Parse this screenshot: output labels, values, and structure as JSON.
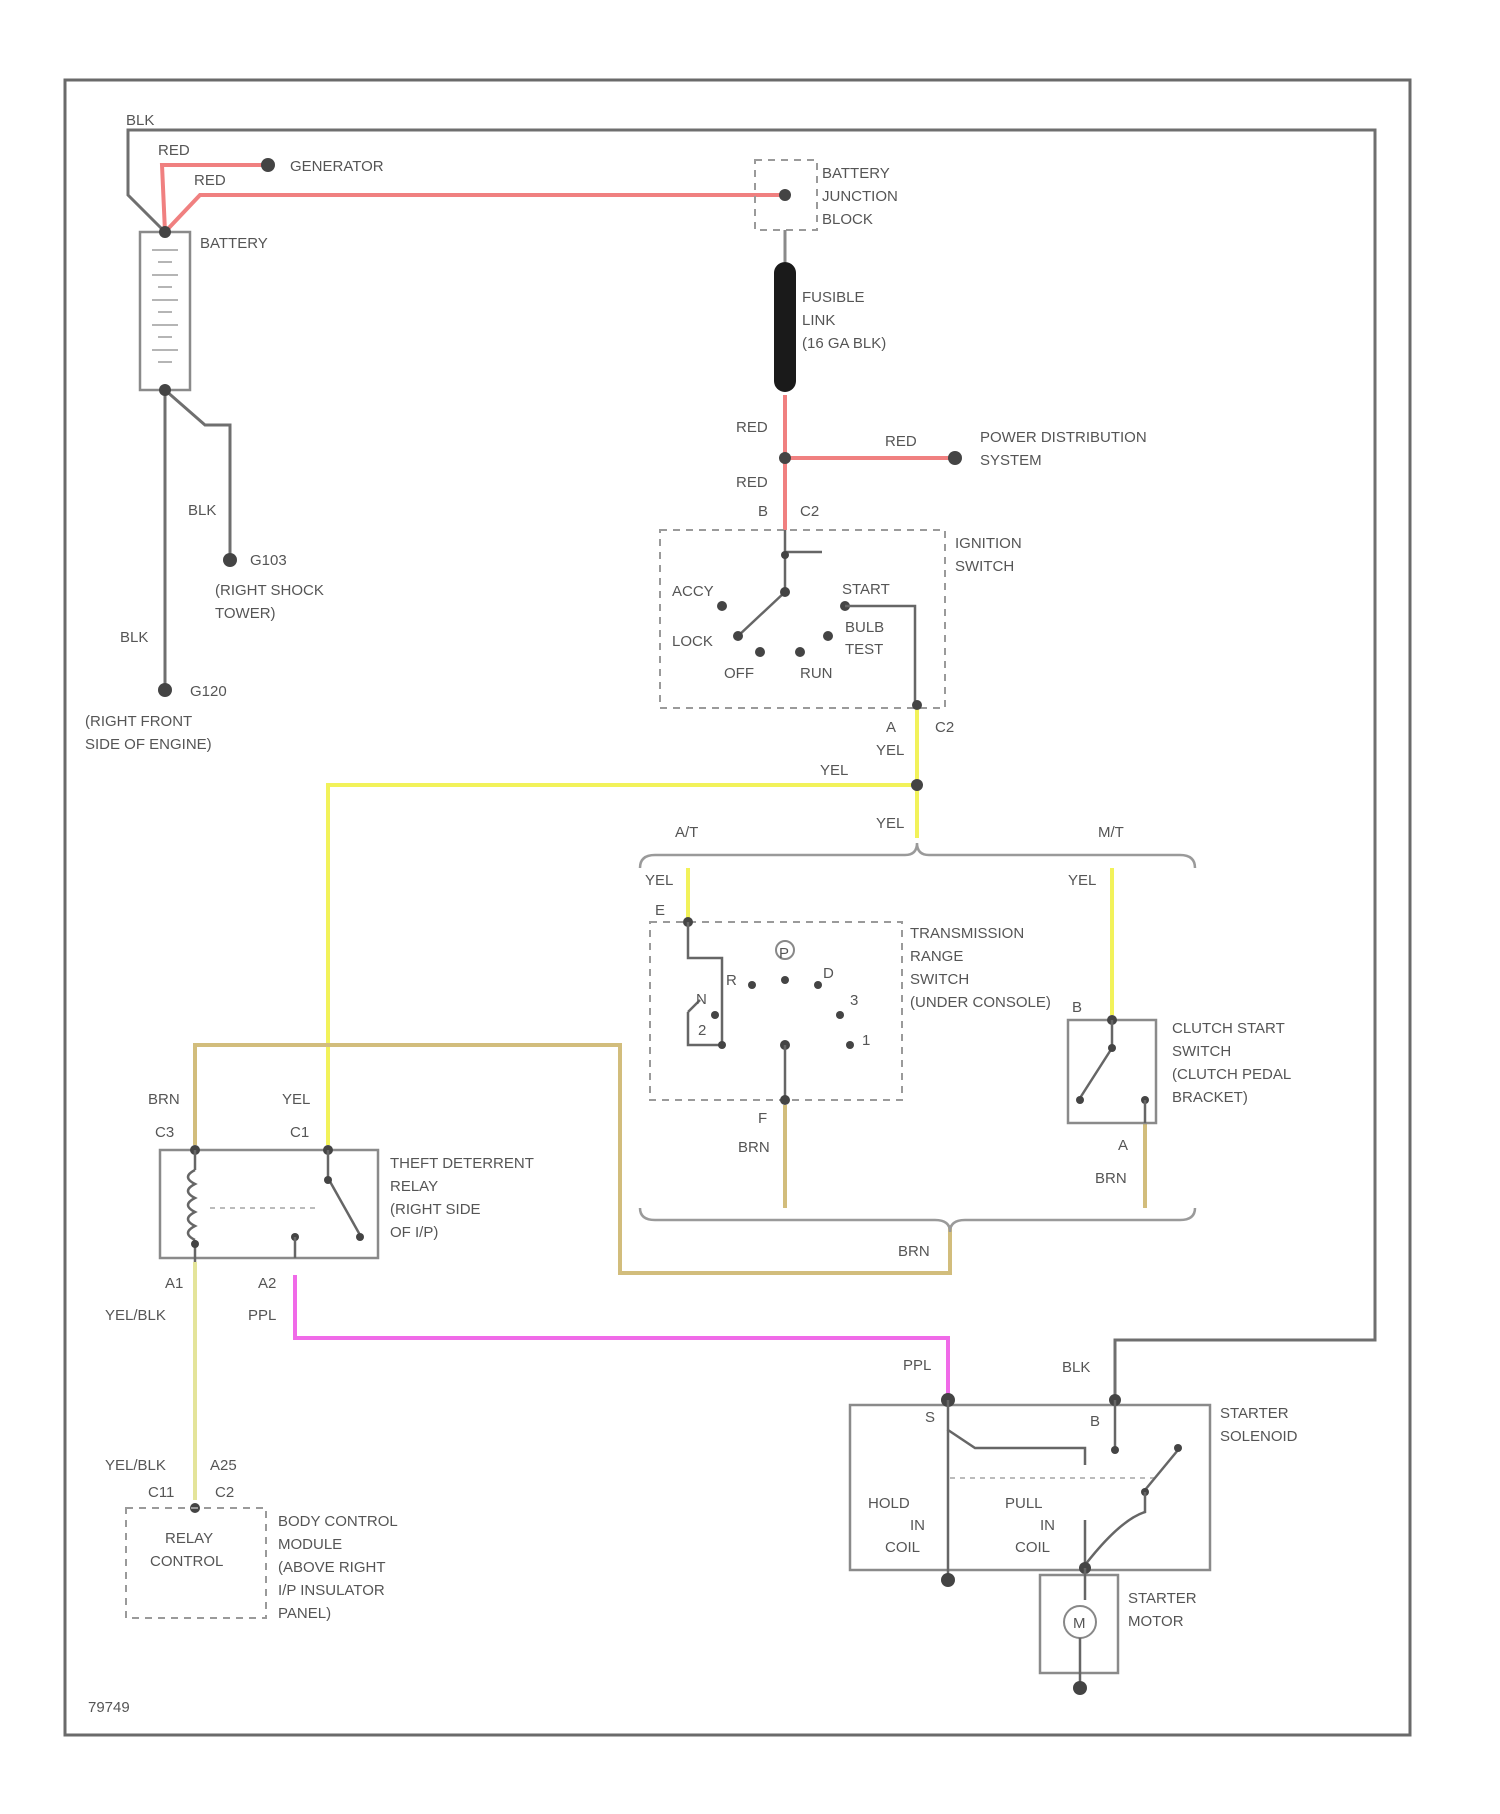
{
  "wire_colors": {
    "BLK": "#6f6f6f",
    "RED": "#f08080",
    "YEL": "#f2f25a",
    "BRN": "#d2bd7c",
    "PPL": "#f06ae8",
    "YEL/BLK": "#e4e49a"
  },
  "battery": {
    "label": "BATTERY",
    "wire_blk": "BLK",
    "wire_red_1": "RED",
    "wire_red_2": "RED",
    "generator": "GENERATOR"
  },
  "grounds": {
    "g103_wire": "BLK",
    "g103": "G103",
    "g103_loc_1": "(RIGHT SHOCK",
    "g103_loc_2": "TOWER)",
    "g120_wire": "BLK",
    "g120": "G120",
    "g120_loc_1": "(RIGHT FRONT",
    "g120_loc_2": "SIDE OF ENGINE)"
  },
  "junction_block": {
    "line1": "BATTERY",
    "line2": "JUNCTION",
    "line3": "BLOCK"
  },
  "fusible_link": {
    "line1": "FUSIBLE",
    "line2": "LINK",
    "line3": "(16 GA BLK)"
  },
  "power_dist": {
    "wire_red_a": "RED",
    "wire_red_b": "RED",
    "wire_red_c": "RED",
    "line1": "POWER DISTRIBUTION",
    "line2": "SYSTEM"
  },
  "ignition_switch": {
    "pin_b": "B",
    "conn_top": "C2",
    "title1": "IGNITION",
    "title2": "SWITCH",
    "accy": "ACCY",
    "lock": "LOCK",
    "off": "OFF",
    "run": "RUN",
    "start": "START",
    "bulb1": "BULB",
    "bulb2": "TEST",
    "pin_a": "A",
    "conn_bottom": "C2",
    "wire_out": "YEL"
  },
  "trans_branch": {
    "wire_left": "YEL",
    "wire_mid": "YEL",
    "at": "A/T",
    "mt": "M/T",
    "wire_at": "YEL",
    "wire_mt": "YEL"
  },
  "trans_switch": {
    "pin_e": "E",
    "title1": "TRANSMISSION",
    "title2": "RANGE",
    "title3": "SWITCH",
    "title4": "(UNDER CONSOLE)",
    "pos_p": "P",
    "pos_r": "R",
    "pos_n": "N",
    "pos_d": "D",
    "pos_3": "3",
    "pos_2": "2",
    "pos_1": "1",
    "pin_f": "F",
    "wire_out": "BRN"
  },
  "clutch_switch": {
    "pin_b": "B",
    "title1": "CLUTCH START",
    "title2": "SWITCH",
    "title3": "(CLUTCH PEDAL",
    "title4": "BRACKET)",
    "pin_a": "A",
    "wire_out": "BRN"
  },
  "brn_return": {
    "wire": "BRN"
  },
  "relay": {
    "wire_brn": "BRN",
    "wire_yel": "YEL",
    "c3": "C3",
    "c1": "C1",
    "title1": "THEFT DETERRENT",
    "title2": "RELAY",
    "title3": "(RIGHT SIDE",
    "title4": "OF I/P)",
    "a1": "A1",
    "a2": "A2",
    "wire_a1": "YEL/BLK",
    "wire_a2": "PPL"
  },
  "bcm": {
    "wire": "YEL/BLK",
    "pin": "A25",
    "c11": "C11",
    "c2": "C2",
    "inner1": "RELAY",
    "inner2": "CONTROL",
    "title1": "BODY CONTROL",
    "title2": "MODULE",
    "title3": "(ABOVE RIGHT",
    "title4": "I/P INSULATOR",
    "title5": "PANEL)"
  },
  "solenoid": {
    "wire_ppl": "PPL",
    "wire_blk": "BLK",
    "pin_s": "S",
    "pin_b": "B",
    "title1": "STARTER",
    "title2": "SOLENOID",
    "hold1": "HOLD",
    "hold2": "IN",
    "hold3": "COIL",
    "pull1": "PULL",
    "pull2": "IN",
    "pull3": "COIL"
  },
  "motor": {
    "title1": "STARTER",
    "title2": "MOTOR",
    "symbol": "M"
  },
  "figure_id": "79749"
}
